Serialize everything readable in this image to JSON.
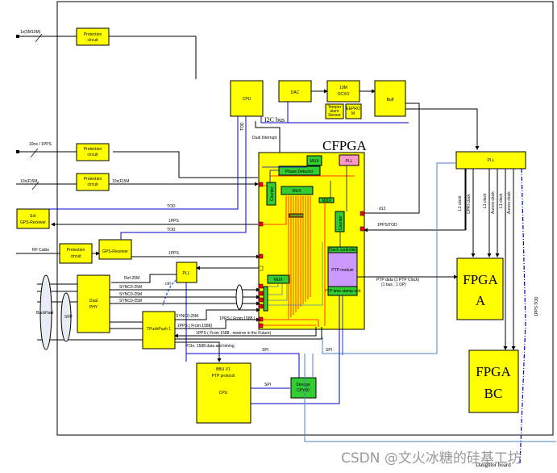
{
  "title": "CFPGA",
  "colors": {
    "block": "#ffff00",
    "green": "#33cc33",
    "pink": "#ff99cc",
    "lavender": "#cc99ff",
    "red": "#ff0000",
    "blue": "#0000cc",
    "steel": "#4f7fc0"
  },
  "left_inputs": {
    "in1": "1x(5M10M)",
    "in2": "10ns / 1PPS",
    "in3": "10x(F)5M",
    "rf": "RF Cable",
    "backhaul": "BackHaul",
    "sfp": "SFP"
  },
  "blocks": {
    "prot1": [
      "Protection",
      "circuit"
    ],
    "prot2": [
      "Protection",
      "circuit"
    ],
    "prot3": [
      "Protection",
      "circuit"
    ],
    "prot4": [
      "Protection",
      "circuit"
    ],
    "ext_gps": [
      "Ext",
      "GPS-Receiver"
    ],
    "gps": "GPS-Receiver",
    "cpu_top": "CPU",
    "dac": "DAC",
    "ocxo": [
      "10M",
      "OCXO"
    ],
    "temp": [
      "Temper",
      "ature",
      "Sensor"
    ],
    "eeprom": [
      "EEPRO",
      "M"
    ],
    "buff": "Buff",
    "pll_small": "PLL",
    "dual_phy": [
      "Dual",
      "PHY"
    ],
    "tpush": "TPushPush 1",
    "cpu_bottom": [
      "BBU V1",
      "PTP protocol",
      "CPU"
    ],
    "storage": [
      "Storage",
      "CPY00"
    ],
    "pll_right": "PLL",
    "fpga_a": [
      "FPGA",
      "A"
    ],
    "fpga_bc": [
      "FPGA",
      "BC"
    ]
  },
  "cfpga": {
    "pll": "PLL",
    "mux_top": "MUX",
    "phase_detector": "Phase Detector",
    "mux_mid": "MUX",
    "counter1": "Counter",
    "counter2": "Counter",
    "mux_small": "MUX",
    "mux_low": "MUX",
    "sub_small": "MUX",
    "clk_ctrl": "Clock controller",
    "ptp_module": "PTP module",
    "ptp_timestamp": "PTP time stamp unit"
  },
  "labels": {
    "tod_v": "TOD",
    "i2c": "I2C bus",
    "dual_interrupt": "Dual Interrupt",
    "in3_out": "10x(F)5M",
    "tod1": "TOD",
    "ipps1": "1PPS",
    "tod2": "TOD",
    "ipps2": "1PPS",
    "ref": "Ref-25M",
    "sync1": "SYNC0-25M",
    "sync2": "SYNC0-25M",
    "sync3": "SYNC0-25M",
    "sync4": "SYNC0-25M",
    "ipps_from_bbu": "1PPS ( From 1588 )",
    "ipps_from_bbu2": "1PPS ( From 1588)",
    "ipps_future": "1PPS ( From 1588 , reserve in the Future)",
    "pcie": "PCIe, 1588 data and timing",
    "ctrl": "ctrl",
    "sw": "SPI",
    "sw2": "SPI",
    "sw3": "SPI",
    "ptp_link": [
      "PTP data (1 PTP Clock)",
      "(1 bus , 1 DP)"
    ],
    "d1": "d12",
    "d2": "1PPS/TOD",
    "l1": "L1 clock",
    "cpri": "CPRI clock",
    "l1b": "L1 clock",
    "aurora1": "Aurora clock",
    "l1c": "L1 clock",
    "aurora2": "Aurora clock",
    "tx": "1PPS TOD",
    "daughter": "Daughter board"
  },
  "watermark": "CSDN @文火冰糖的硅基工坊"
}
